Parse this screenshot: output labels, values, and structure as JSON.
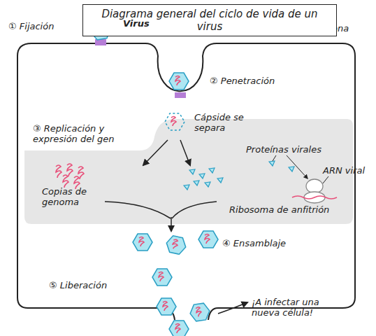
{
  "diagram": {
    "title": "Diagrama general del ciclo de vida de un virus",
    "nodes": [
      {
        "text": [
          "Célula anfitriona"
        ]
      },
      {
        "text": [
          "③ Replicación y expresión del gen"
        ],
        "in": 0
      }
    ],
    "labels": [
      "① Fijación",
      "Virus",
      "② Penetración",
      "Cápside se separa",
      "Proteínas virales",
      "Copias de genoma",
      "ARN viral",
      "Ribosoma de anfitrión",
      "④ Ensamblaje",
      "⑤ Liberación",
      "¡A infectar una nueva célula!"
    ]
  }
}
